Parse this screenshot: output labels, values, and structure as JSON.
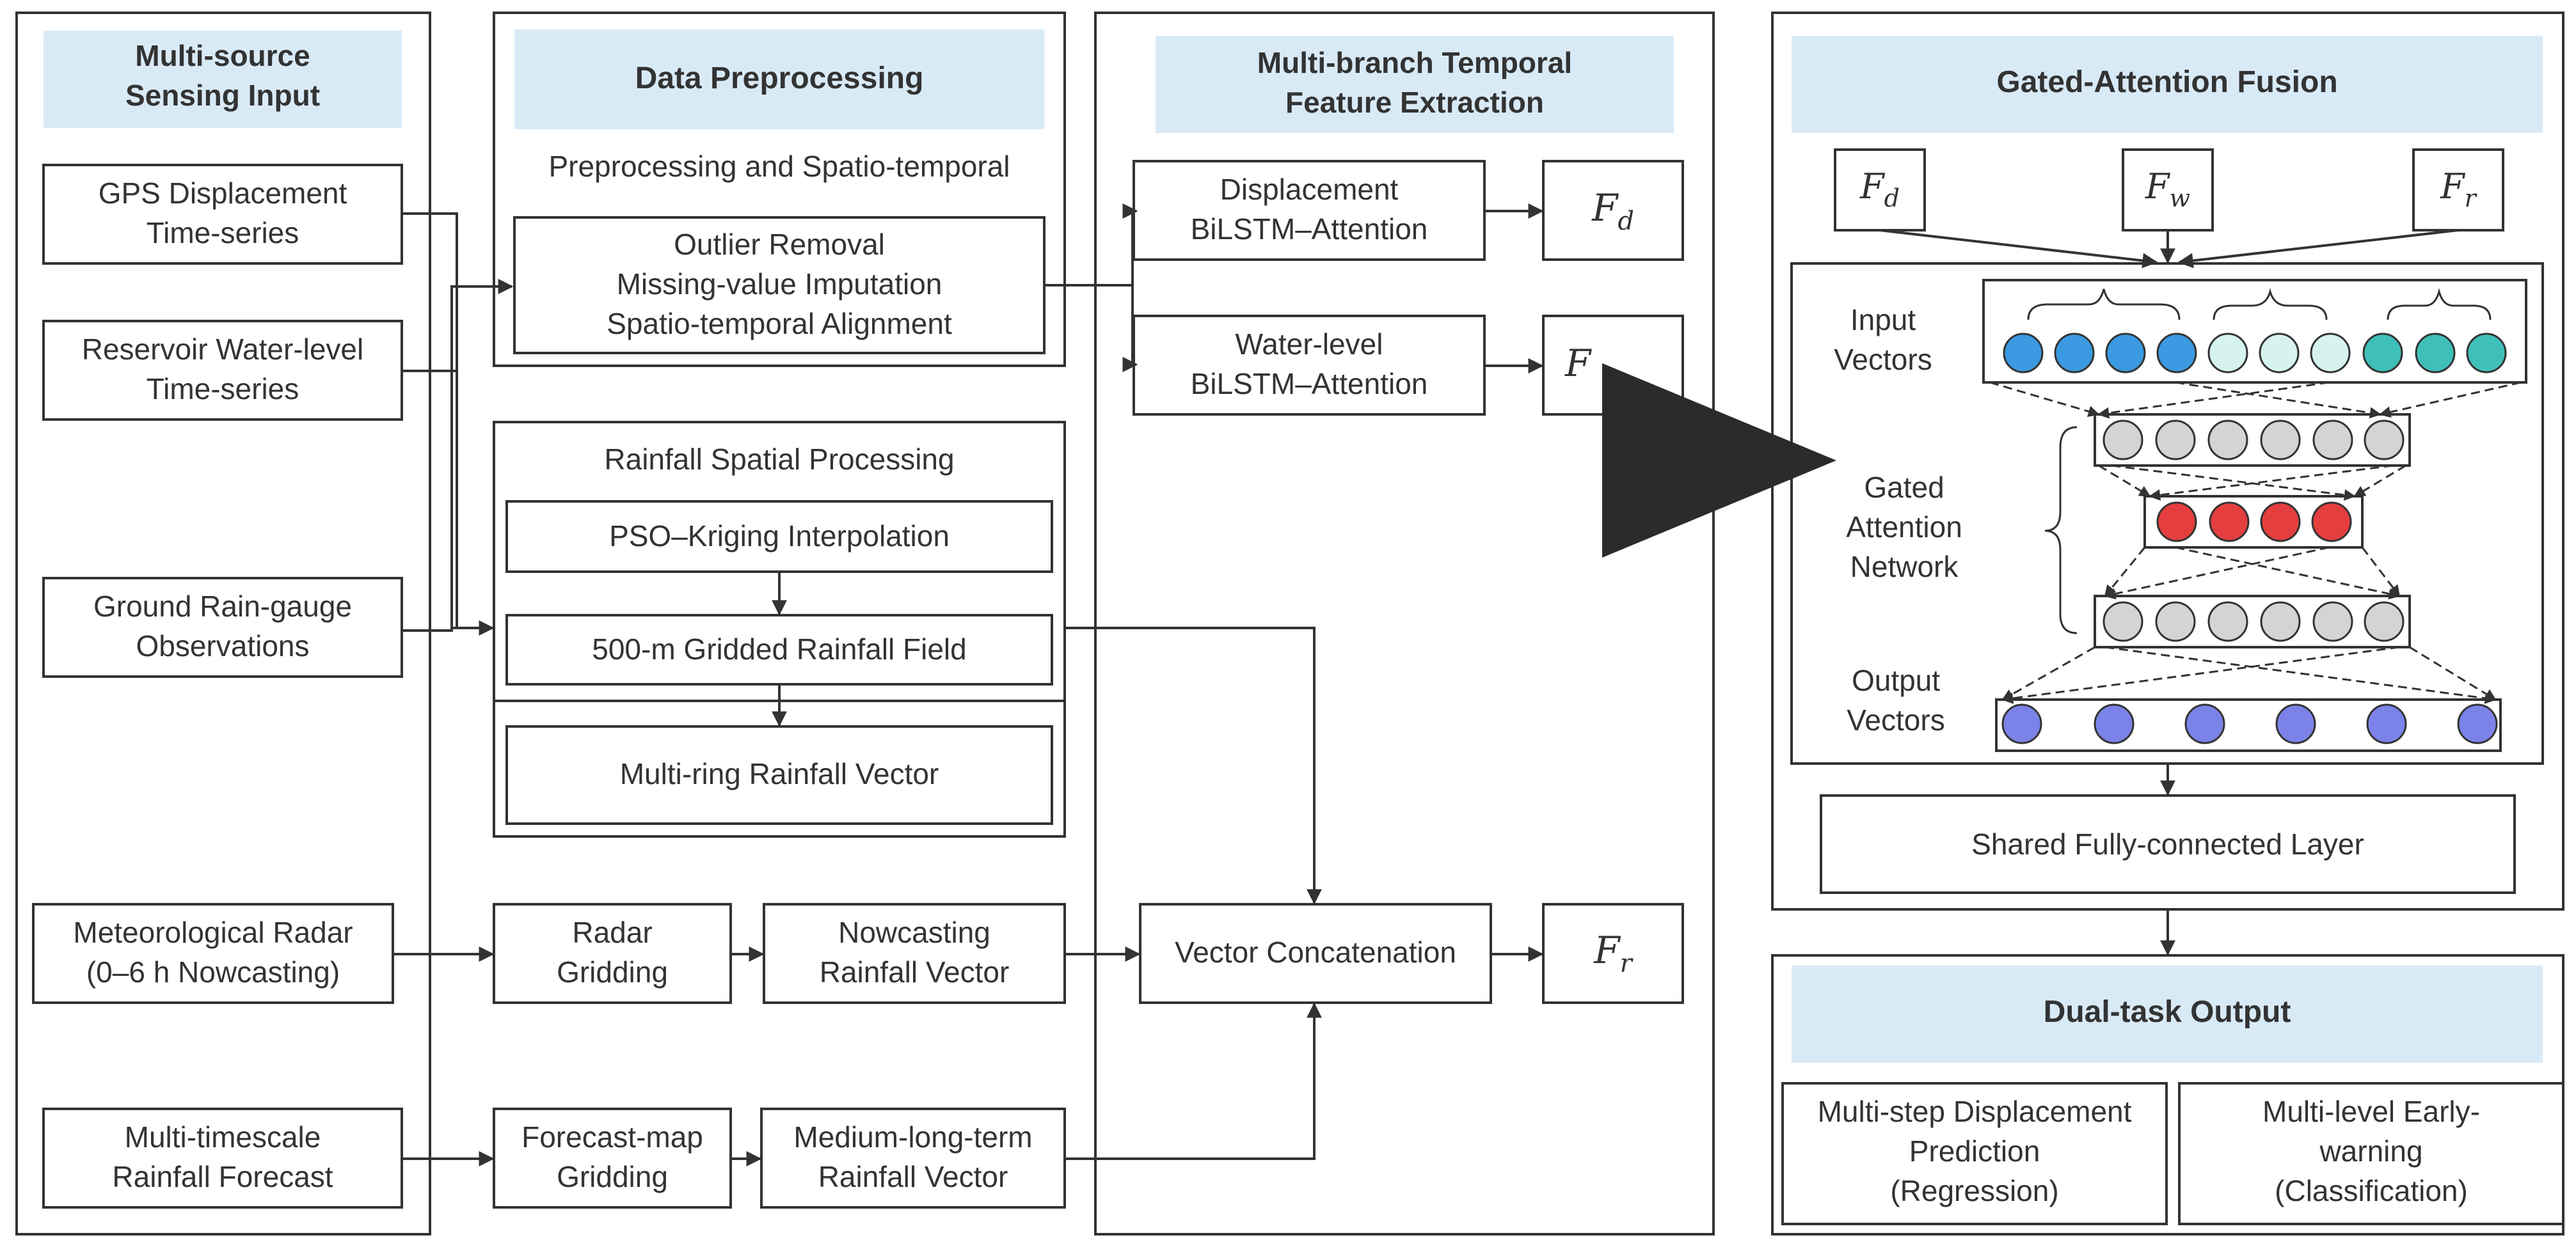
{
  "colors": {
    "header_fill": "#d9eaf7",
    "stroke": "#333333",
    "node_blue": "#3b9ae1",
    "node_light": "#d6f3ef",
    "node_teal": "#3ec0b8",
    "node_gray": "#d4d4d4",
    "node_red": "#e53e3e",
    "node_purple": "#7b83e8"
  },
  "panels": {
    "input": {
      "title_line1": "Multi-source",
      "title_line2": "Sensing Input",
      "gps_line1": "GPS Displacement",
      "gps_line2": "Time-series",
      "reservoir_line1": "Reservoir Water-level",
      "reservoir_line2": "Time-series",
      "raingauge_line1": "Ground Rain-gauge",
      "raingauge_line2": "Observations",
      "radar_line1": "Meteorological Radar",
      "radar_line2": "(0–6 h Nowcasting)",
      "forecast_line1": "Multi-timescale",
      "forecast_line2": "Rainfall Forecast"
    },
    "preprocessing": {
      "title": "Data Preprocessing",
      "subtitle": "Preprocessing and Spatio-temporal",
      "outlier": "Outlier Removal",
      "imputation": "Missing-value Imputation",
      "alignment": "Spatio-temporal Alignment",
      "rainfall_spatial": "Rainfall Spatial Processing",
      "pso_kriging": "PSO–Kriging Interpolation",
      "gridded_field": "500-m Gridded Rainfall Field",
      "multi_ring": "Multi-ring Rainfall Vector",
      "radar_grid_line1": "Radar",
      "radar_grid_line2": "Gridding",
      "nowcast_vec_line1": "Nowcasting",
      "nowcast_vec_line2": "Rainfall Vector",
      "fmap_line1": "Forecast-map",
      "fmap_line2": "Gridding",
      "mlt_line1": "Medium-long-term",
      "mlt_line2": "Rainfall Vector"
    },
    "temporal": {
      "title_line1": "Multi-branch Temporal",
      "title_line2": "Feature Extraction",
      "disp_line1": "Displacement",
      "disp_line2": "BiLSTM–Attention",
      "water_line1": "Water-level",
      "water_line2": "BiLSTM–Attention",
      "concat": "Vector Concatenation",
      "fd_main": "F",
      "fd_sub": "d",
      "fw_main": "F",
      "fr_main": "F",
      "fr_sub": "r"
    },
    "fusion": {
      "title": "Gated-Attention Fusion",
      "fd_main": "F",
      "fd_sub": "d",
      "fw_main": "F",
      "fw_sub": "w",
      "fr_main": "F",
      "fr_sub": "r",
      "input_vectors_line1": "Input",
      "input_vectors_line2": "Vectors",
      "gated_line1": "Gated",
      "gated_line2": "Attention",
      "gated_line3": "Network",
      "output_vectors_line1": "Output",
      "output_vectors_line2": "Vectors",
      "shared_fc": "Shared Fully-connected Layer"
    },
    "output": {
      "title": "Dual-task Output",
      "reg_line1": "Multi-step Displacement",
      "reg_line2": "Prediction",
      "reg_line3": "(Regression)",
      "cls_line1": "Multi-level Early-",
      "cls_line2": "warning",
      "cls_line3": "(Classification)"
    }
  }
}
